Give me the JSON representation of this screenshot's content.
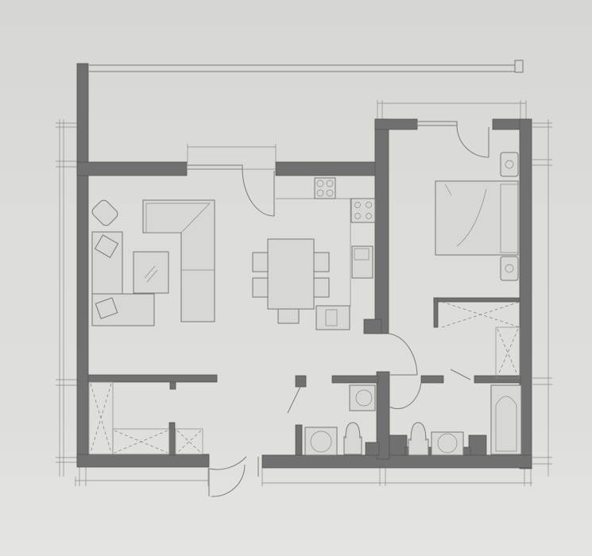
{
  "drawing": {
    "type": "apartment floor plan",
    "colors": {
      "paper": "#dcdcd8",
      "wall": "#707070",
      "line": "#7a7a7a"
    },
    "rooms": [
      "balcony",
      "living-room",
      "kitchen-dining",
      "bedroom",
      "wardrobe",
      "hallway",
      "bathroom",
      "toilet-laundry",
      "storage"
    ]
  }
}
